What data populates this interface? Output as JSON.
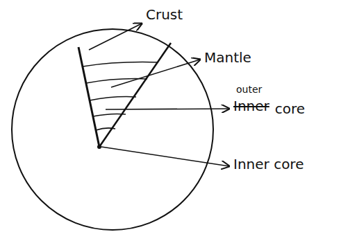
{
  "diagram": {
    "labels": [
      "Crust",
      "Mantle",
      "outer",
      "Inner",
      "core",
      "Inner core"
    ]
  }
}
